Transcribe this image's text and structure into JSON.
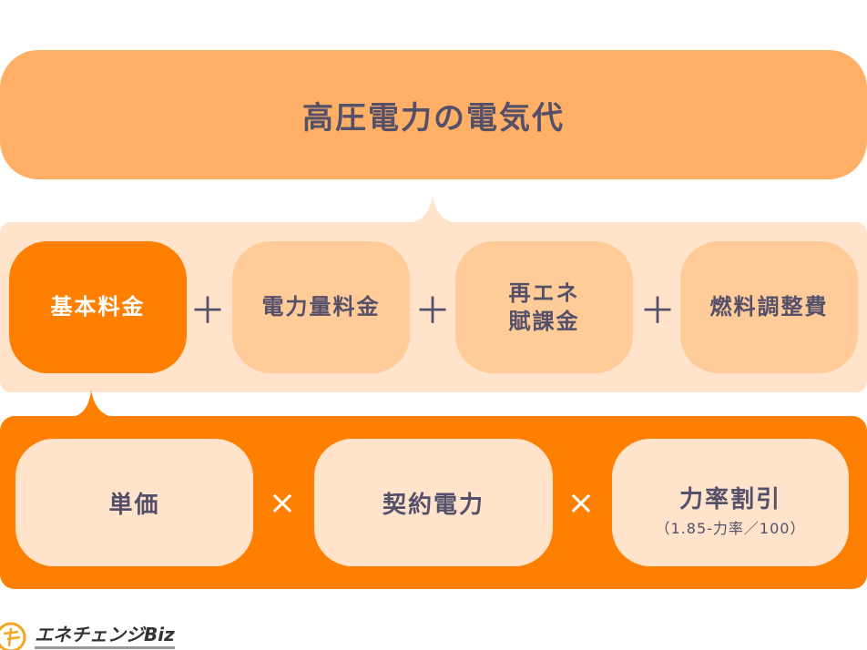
{
  "title": "高圧電力の電気代",
  "components": [
    {
      "label": "基本料金"
    },
    {
      "label": "電力量料金"
    },
    {
      "label_line1": "再エネ",
      "label_line2": "賦課金"
    },
    {
      "label": "燃料調整費"
    }
  ],
  "plus": "＋",
  "times": "×",
  "basic_components": [
    {
      "label": "単価"
    },
    {
      "label": "契約電力"
    },
    {
      "label": "力率割引",
      "sub": "（1.85-力率／100）"
    }
  ],
  "logo": {
    "text": "エネチェンジBiz"
  },
  "colors": {
    "orange": "#ff7f00",
    "light": "#ffe4cb",
    "mid": "#ffcb99",
    "top": "#ffb066",
    "text": "#54506a"
  }
}
